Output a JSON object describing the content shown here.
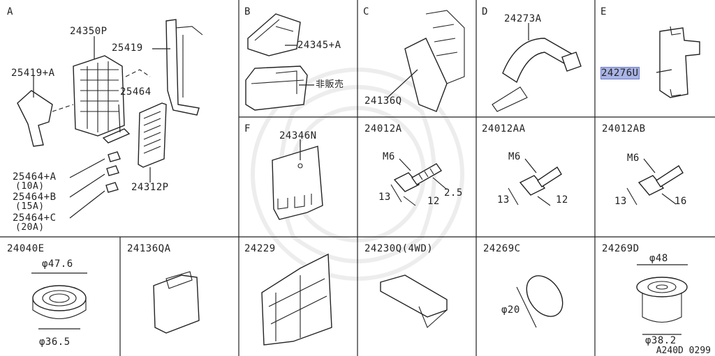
{
  "cells": {
    "A": {
      "letter": "A",
      "labels": [
        "24350P",
        "25419",
        "25419+A",
        "25464",
        "24312P",
        "25464+A",
        "(10A)",
        "25464+B",
        "(15A)",
        "25464+C",
        "(20A)"
      ]
    },
    "B": {
      "letter": "B",
      "labels": [
        "24345+A",
        "非販売"
      ]
    },
    "C": {
      "letter": "C",
      "labels": [
        "24136Q"
      ]
    },
    "D": {
      "letter": "D",
      "labels": [
        "24273A"
      ]
    },
    "E": {
      "letter": "E",
      "labels": [
        "24276U"
      ]
    },
    "F": {
      "letter": "F",
      "labels": [
        "24346N"
      ]
    },
    "G1": {
      "title": "24012A",
      "labels": [
        "M6",
        "13",
        "12",
        "2.5"
      ]
    },
    "G2": {
      "title": "24012AA",
      "labels": [
        "M6",
        "13",
        "12"
      ]
    },
    "G3": {
      "title": "24012AB",
      "labels": [
        "M6",
        "13",
        "16"
      ]
    },
    "H1": {
      "title": "24040E",
      "labels": [
        "φ47.6",
        "φ36.5"
      ]
    },
    "H2": {
      "title": "24136QA"
    },
    "H3": {
      "title": "24229"
    },
    "H4": {
      "title": "24230Q(4WD)"
    },
    "H5": {
      "title": "24269C",
      "labels": [
        "φ20"
      ]
    },
    "H6": {
      "title": "24269D",
      "labels": [
        "φ48",
        "φ38.2"
      ]
    }
  },
  "diagram_code": "A240D 0299"
}
